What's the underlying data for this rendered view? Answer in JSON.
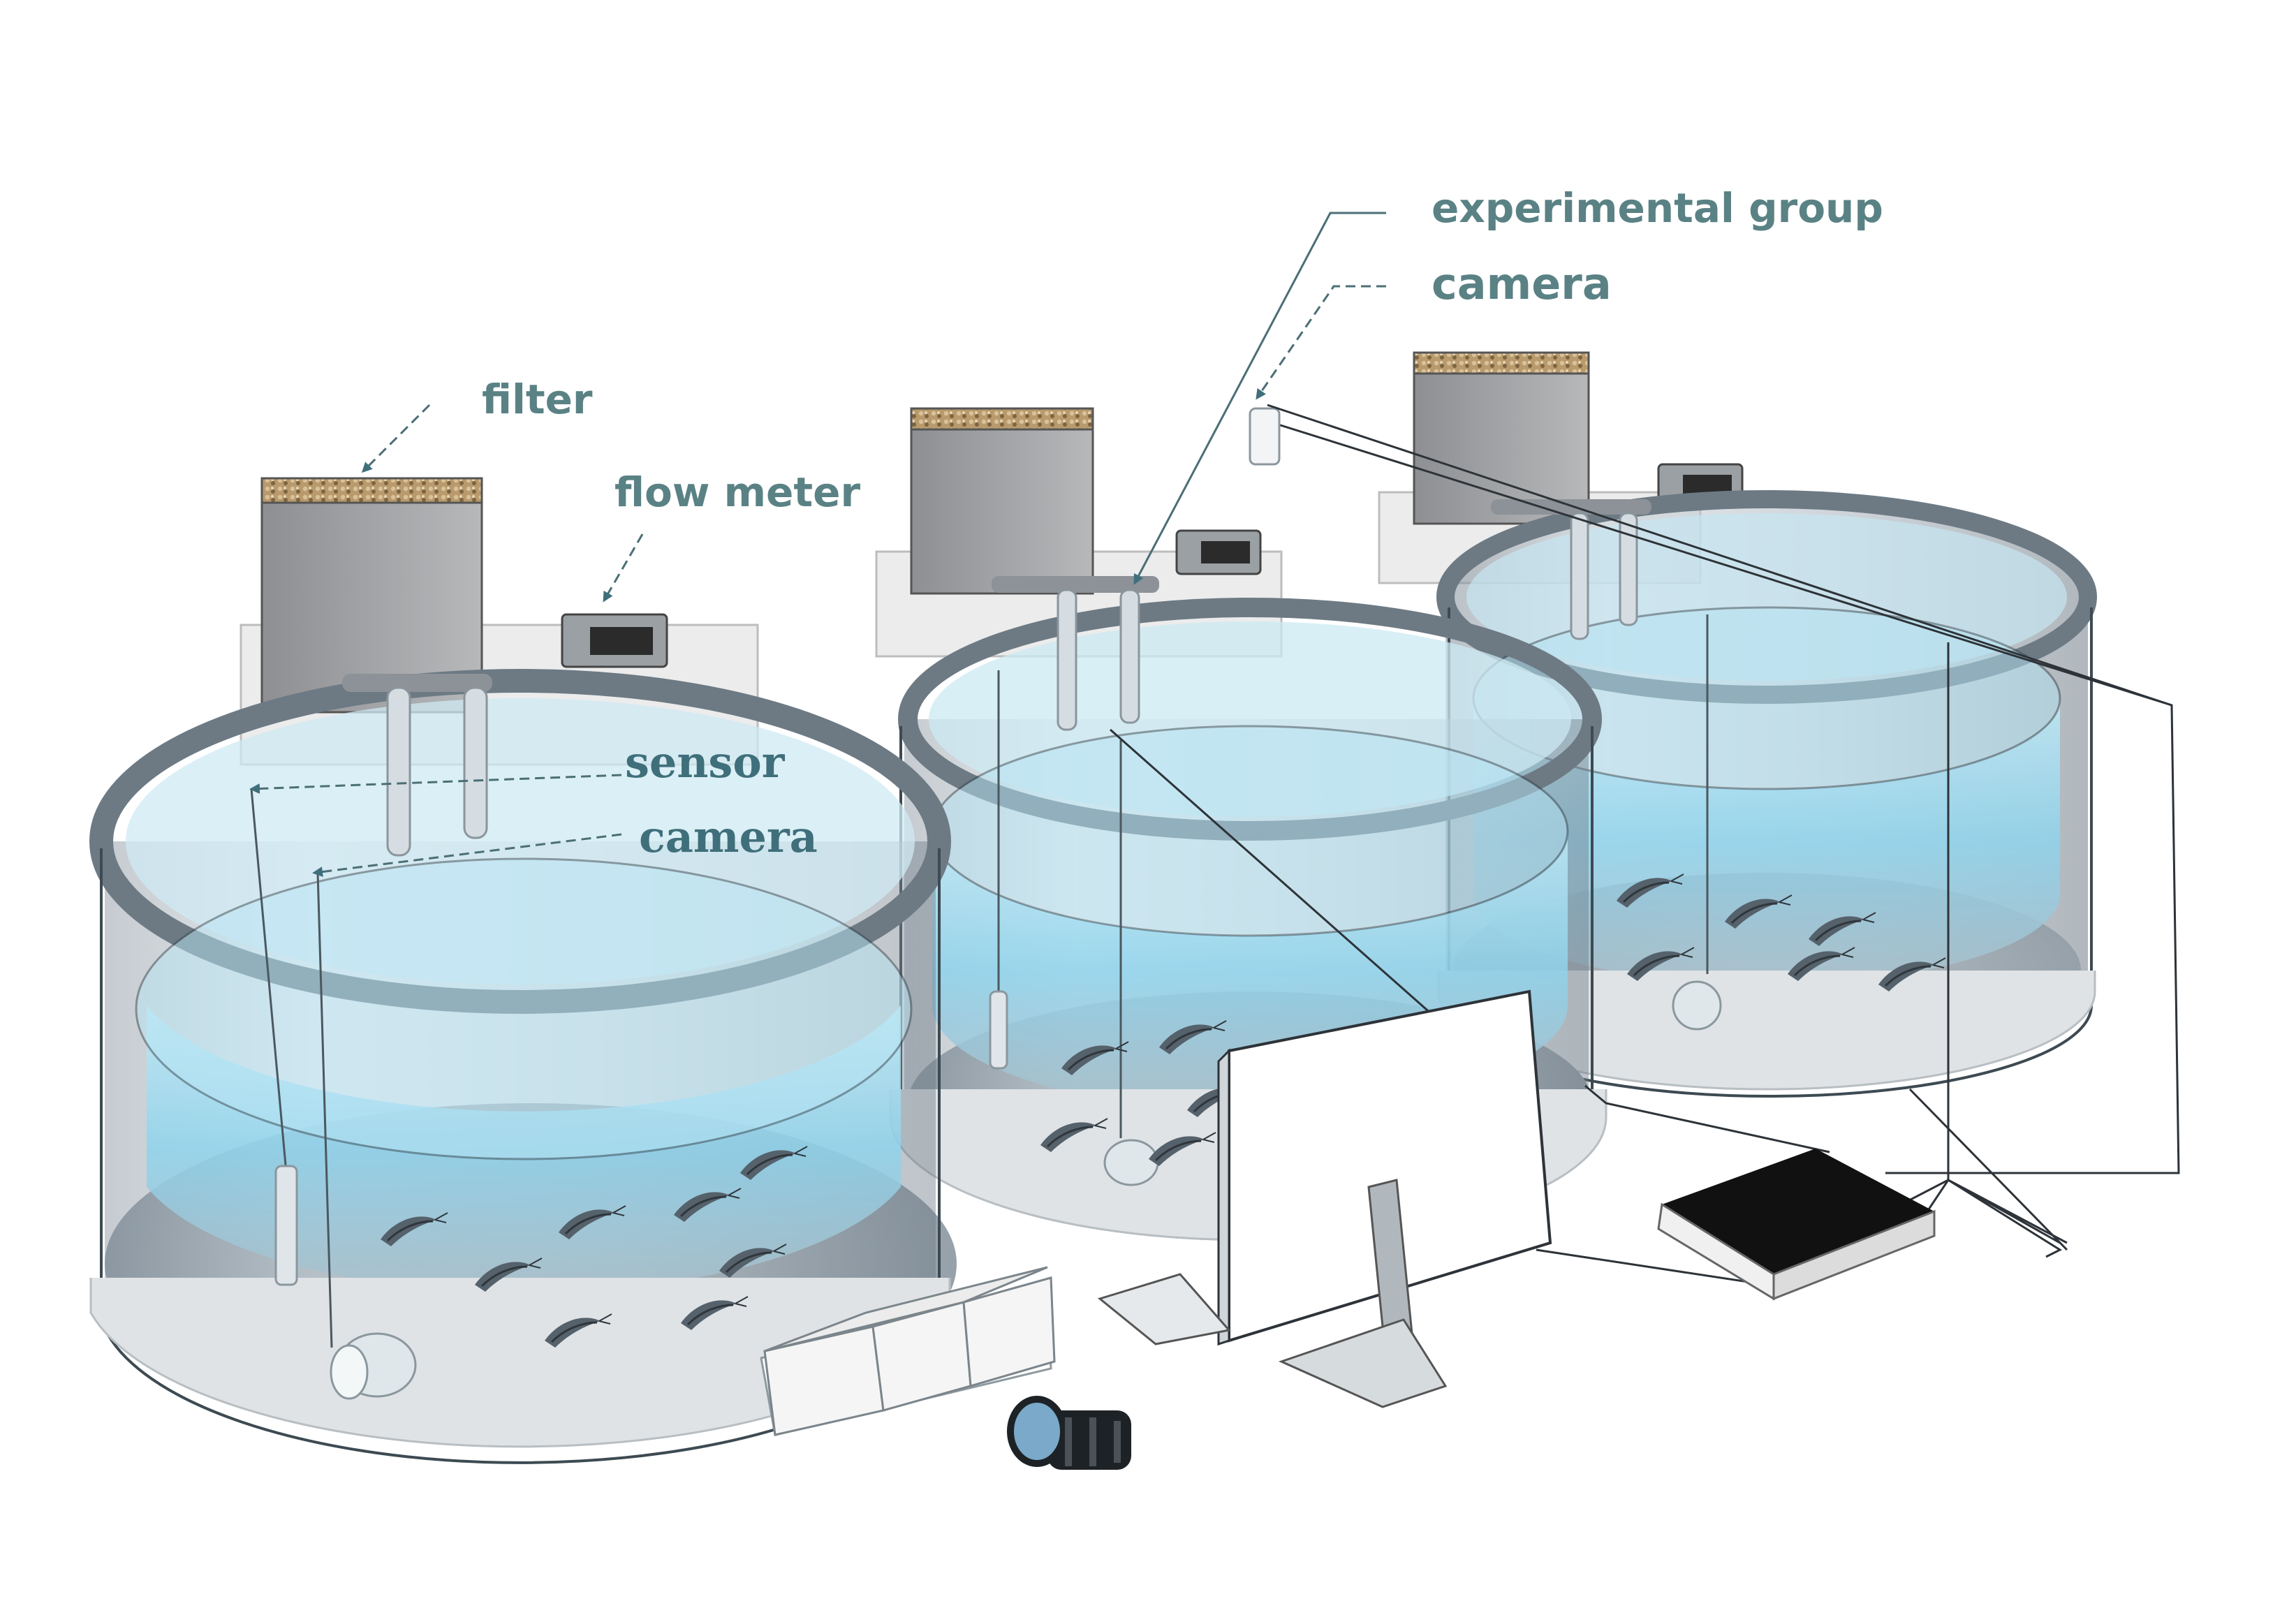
{
  "labels": {
    "filter": "filter",
    "flow_meter": "flow meter",
    "sensor": "sensor",
    "camera_left": "camera",
    "experimental_group": "experimental group",
    "camera_top": "camera"
  },
  "colors": {
    "label_text": "#5a8285",
    "label_text_serif": "#3f6f7b",
    "tank_wall": "#9aa6b0",
    "water": "#9fd9ef",
    "leader_line": "#5a7a80"
  },
  "icons": {
    "filter_box": "filter-box-icon",
    "flow_meter": "flow-meter-icon",
    "camera": "camera-icon",
    "monitor": "monitor-icon",
    "keyboard": "keyboard-icon",
    "sensor_box": "sensor-box-icon",
    "lens": "camera-lens-icon",
    "shrimp": "shrimp-icon"
  }
}
